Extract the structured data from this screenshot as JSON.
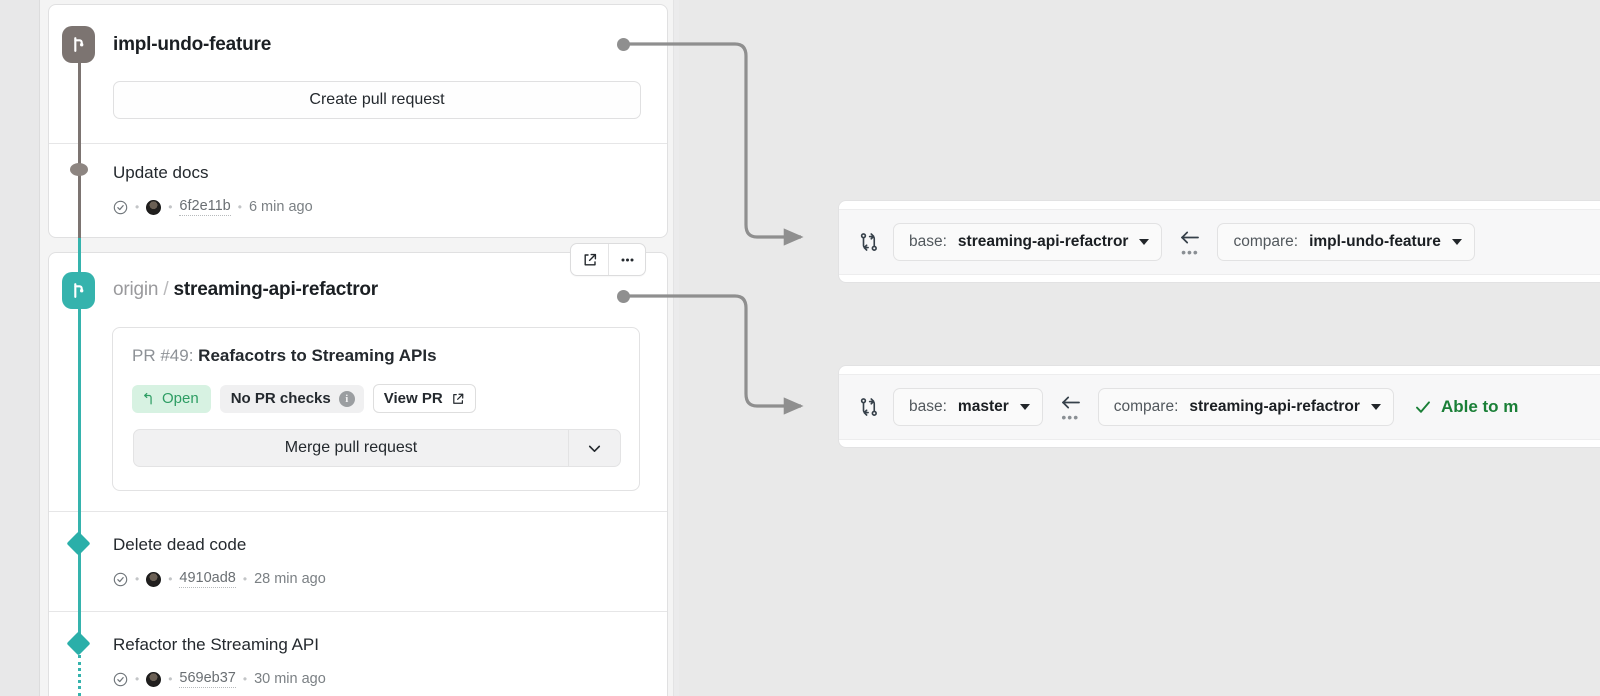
{
  "left_panel": {
    "branches": [
      {
        "icon": "git-branch-icon",
        "name": "impl-undo-feature",
        "color": "#7c7471",
        "action_button": "Create pull request",
        "commits": [
          {
            "title": "Update docs",
            "status_icon": "check-circle-icon",
            "avatar": "author-avatar",
            "sha": "6f2e11b",
            "time": "6 min ago"
          }
        ]
      },
      {
        "icon": "git-branch-icon",
        "remote": "origin",
        "separator": "/",
        "name": "streaming-api-refactror",
        "color": "#35b3ad",
        "toolbar": {
          "open_external_icon": "external-link-icon",
          "more_icon": "more-horizontal-icon"
        },
        "pull_request": {
          "number_label": "PR #49:",
          "title": "Reafacotrs to Streaming APIs",
          "state_badge": "Open",
          "state_icon": "pull-request-open-icon",
          "checks_badge": "No PR checks",
          "checks_info_icon": "info-icon",
          "view_pr_label": "View PR",
          "view_pr_icon": "external-link-icon",
          "merge_label": "Merge pull request",
          "merge_caret_icon": "chevron-down-icon"
        },
        "commits": [
          {
            "title": "Delete dead code",
            "status_icon": "check-circle-icon",
            "avatar": "author-avatar",
            "sha": "4910ad8",
            "time": "28 min ago"
          },
          {
            "title": "Refactor the Streaming API",
            "status_icon": "check-circle-icon",
            "avatar": "author-avatar",
            "sha": "569eb37",
            "time": "30 min ago"
          }
        ]
      }
    ]
  },
  "compare_panels": [
    {
      "icon": "compare-branches-icon",
      "base_label": "base:",
      "base_value": "streaming-api-refactror",
      "arrow_icon": "arrow-left-icon",
      "arrow_dots": "•••",
      "compare_label": "compare:",
      "compare_value": "impl-undo-feature",
      "merge_status": "",
      "merge_status_icon": ""
    },
    {
      "icon": "compare-branches-icon",
      "base_label": "base:",
      "base_value": "master",
      "arrow_icon": "arrow-left-icon",
      "arrow_dots": "•••",
      "compare_label": "compare:",
      "compare_value": "streaming-api-refactror",
      "merge_status": "Able to m",
      "merge_status_icon": "check-icon"
    }
  ],
  "colors": {
    "branch_gray": "#7c7471",
    "branch_teal": "#35b3ad",
    "open_badge_bg": "#d7f2e2",
    "open_badge_text": "#2d9d63",
    "able_merge_green": "#1a7f37",
    "connector_gray": "#8f8f8f",
    "page_bg": "#e9e9e9"
  },
  "meta_separator": "•"
}
